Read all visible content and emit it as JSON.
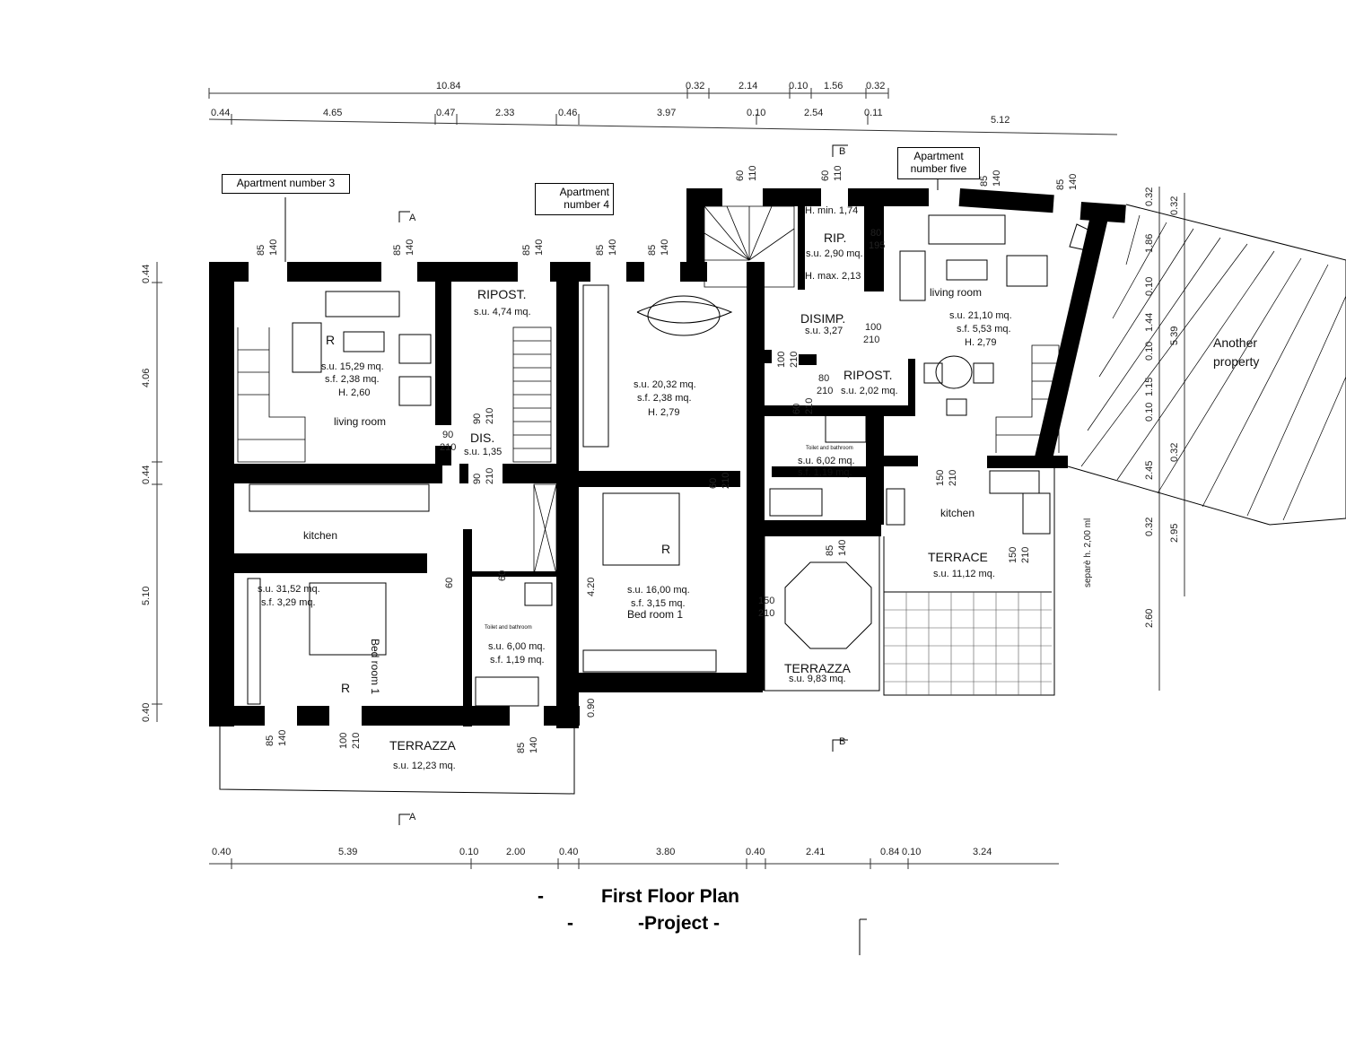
{
  "top_dims_row1": [
    "10.84",
    "0.32",
    "2.14",
    "0.10",
    "1.56",
    "0.32"
  ],
  "top_dims_row2": [
    "0.44",
    "4.65",
    "0.47",
    "2.33",
    "0.46",
    "3.97",
    "0.10",
    "2.54",
    "0.11",
    "5.12"
  ],
  "bottom_dims": [
    "0.40",
    "5.39",
    "0.10",
    "2.00",
    "0.40",
    "3.80",
    "0.40",
    "2.41",
    "0.84",
    "0.10",
    "3.24"
  ],
  "left_dims": [
    "0.44",
    "4.06",
    "0.44",
    "5.10",
    "0.40"
  ],
  "right_dims_a": [
    "0.32",
    "1.86",
    "0.10",
    "1.44",
    "0.10",
    "1.15",
    "0.10",
    "2.45",
    "0.32",
    "2.60"
  ],
  "right_dims_b": [
    "0.32",
    "5.39",
    "0.32",
    "2.95"
  ],
  "extra_dims": [
    "4.20",
    "0.90"
  ],
  "apartments": {
    "apt3": "Apartment number 3",
    "apt4_l1": "Apartment",
    "apt4_l2": "number 4",
    "apt5_l1": "Apartment",
    "apt5_l2": "number five"
  },
  "section_marks": {
    "a": "A",
    "b": "B"
  },
  "rooms": {
    "living3": {
      "name": "living room",
      "su": "s.u. 15,29 mq.",
      "sf": "s.f. 2,38 mq.",
      "h": "H. 2,60",
      "r": "R"
    },
    "ripost1": {
      "name": "RIPOST.",
      "su": "s.u. 4,74 mq."
    },
    "dis": {
      "name": "DIS.",
      "su": "s.u. 1,35"
    },
    "dining4": {
      "su": "s.u. 20,32 mq.",
      "sf": "s.f. 2,38 mq.",
      "h": "H. 2,79"
    },
    "rip": {
      "name": "RIP.",
      "su": "s.u. 2,90 mq.",
      "hmin": "H. min. 1,74",
      "hmax": "H. max. 2,13"
    },
    "disimp": {
      "name": "DISIMP.",
      "su": "s.u. 3,27"
    },
    "ripost2": {
      "name": "RIPOST.",
      "su": "s.u. 2,02 mq."
    },
    "living5": {
      "name": "living room",
      "su": "s.u. 21,10 mq.",
      "sf": "s.f. 5,53 mq.",
      "h": "H. 2,79"
    },
    "toilet4": {
      "name": "Toilet and bathroom",
      "su": "s.u. 6,02 mq.",
      "sf": "s.f. 1,19 mq."
    },
    "kitchen3": {
      "name": "kitchen"
    },
    "kitchen5": {
      "name": "kitchen"
    },
    "bed4": {
      "name": "Bed room  1",
      "su": "s.u. 16,00 mq.",
      "sf": "s.f. 3,15 mq.",
      "r": "R"
    },
    "bed3": {
      "name": "Bed room  1",
      "su": "s.u. 31,52 mq.",
      "sf": "s.f. 3,29 mq.",
      "r": "R"
    },
    "toilet3": {
      "name": "Toilet and bathroom",
      "su": "s.u. 6,00 mq.",
      "sf": "s.f. 1,19 mq."
    },
    "terrazza_c": {
      "name": "TERRAZZA",
      "su": "s.u. 9,83 mq."
    },
    "terrace5": {
      "name": "TERRACE",
      "su": "s.u. 11,12 mq."
    },
    "terrazza_b": {
      "name": "TERRAZZA",
      "su": "s.u. 12,23 mq."
    }
  },
  "window_tags": {
    "w85": "85",
    "w140": "140",
    "w60": "60",
    "w110": "110",
    "d90": "90",
    "d210": "210",
    "d100": "100",
    "d80": "80",
    "d195": "195",
    "d150": "150"
  },
  "another_property_l1": "Another",
  "another_property_l2": "property",
  "separe": "separè h. 2,00 ml",
  "title": {
    "dash": "-",
    "line1": "First Floor Plan",
    "line2": "-Project -"
  }
}
